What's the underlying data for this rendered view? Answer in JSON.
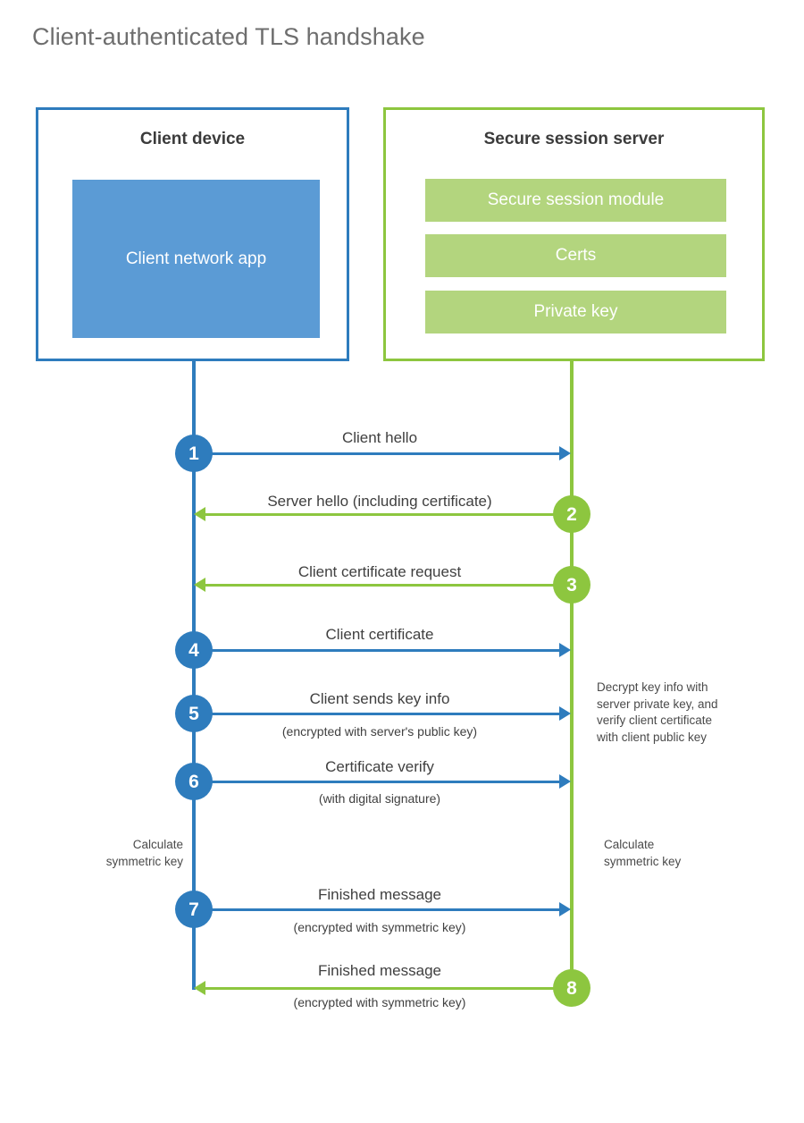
{
  "title": "Client-authenticated TLS handshake",
  "colors": {
    "blue_dark": "#2e7cbd",
    "green_dark": "#8dc63f",
    "blue_light": "#5b9bd5",
    "green_light": "#b3d57e",
    "text": "#404040",
    "title_text": "#6e6e6e"
  },
  "actors": {
    "client": {
      "title": "Client device",
      "blocks": [
        {
          "label": "Client network app"
        }
      ]
    },
    "server": {
      "title": "Secure session server",
      "blocks": [
        {
          "label": "Secure session module"
        },
        {
          "label": "Certs"
        },
        {
          "label": "Private key"
        }
      ]
    }
  },
  "steps": [
    {
      "number": "1",
      "label": "Client hello",
      "sublabel": "",
      "direction": "client-to-server",
      "color": "blue"
    },
    {
      "number": "2",
      "label": "Server hello (including certificate)",
      "sublabel": "",
      "direction": "server-to-client",
      "color": "green"
    },
    {
      "number": "3",
      "label": "Client certificate request",
      "sublabel": "",
      "direction": "server-to-client",
      "color": "green"
    },
    {
      "number": "4",
      "label": "Client certificate",
      "sublabel": "",
      "direction": "client-to-server",
      "color": "blue"
    },
    {
      "number": "5",
      "label": "Client sends key info",
      "sublabel": "(encrypted with server's public key)",
      "direction": "client-to-server",
      "color": "blue"
    },
    {
      "number": "6",
      "label": "Certificate verify",
      "sublabel": "(with digital signature)",
      "direction": "client-to-server",
      "color": "blue"
    },
    {
      "number": "7",
      "label": "Finished message",
      "sublabel": "(encrypted with symmetric key)",
      "direction": "client-to-server",
      "color": "blue"
    },
    {
      "number": "8",
      "label": "Finished message",
      "sublabel": "(encrypted with symmetric key)",
      "direction": "server-to-client",
      "color": "green"
    }
  ],
  "notes": {
    "server_decrypt": "Decrypt key info with server private key, and verify client certificate with client public key",
    "server_decrypt_lines": [
      "Decrypt key info with",
      "server private key, and",
      "verify client certificate",
      "with client public key"
    ],
    "client_calculate_lines": [
      "Calculate",
      "symmetric key"
    ],
    "server_calculate_lines": [
      "Calculate",
      "symmetric key"
    ]
  }
}
